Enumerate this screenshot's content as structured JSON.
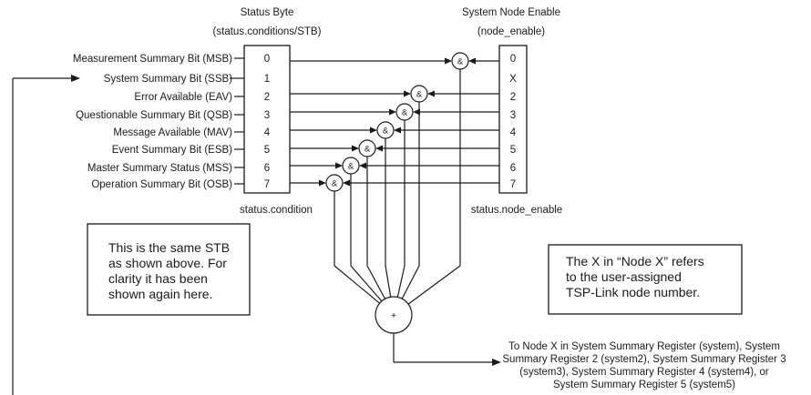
{
  "stb": {
    "title": "Status Byte",
    "subtitle": "(status.conditions/STB)",
    "caption": "status.condition",
    "bits": [
      "0",
      "1",
      "2",
      "3",
      "4",
      "5",
      "6",
      "7"
    ],
    "bit_labels": [
      "Measurement Summary Bit (MSB)",
      "System Summary Bit (SSB)",
      "Error Available (EAV)",
      "Questionable Summary Bit (QSB)",
      "Message Available (MAV)",
      "Event Summary Bit (ESB)",
      "Master Summary Status (MSS)",
      "Operation Summary Bit (OSB)"
    ]
  },
  "node_enable": {
    "title": "System Node Enable",
    "subtitle": "(node_enable)",
    "caption": "status.node_enable",
    "bits": [
      "0",
      "X",
      "2",
      "3",
      "4",
      "5",
      "6",
      "7"
    ]
  },
  "gates": {
    "and_symbol": "&",
    "or_symbol": "+"
  },
  "notes": {
    "left": [
      "This is the same STB",
      "as shown above. For",
      "clarity it has been",
      "shown again here."
    ],
    "right": [
      "The X in “Node X” refers",
      "to the user-assigned",
      "TSP-Link node number."
    ]
  },
  "destination": [
    "To Node X in System Summary Register (system), System",
    "Summary Register 2 (system2), System Summary Register 3",
    "(system3), System Summary Register 4 (system4), or",
    "System Summary Register 5 (system5)"
  ]
}
